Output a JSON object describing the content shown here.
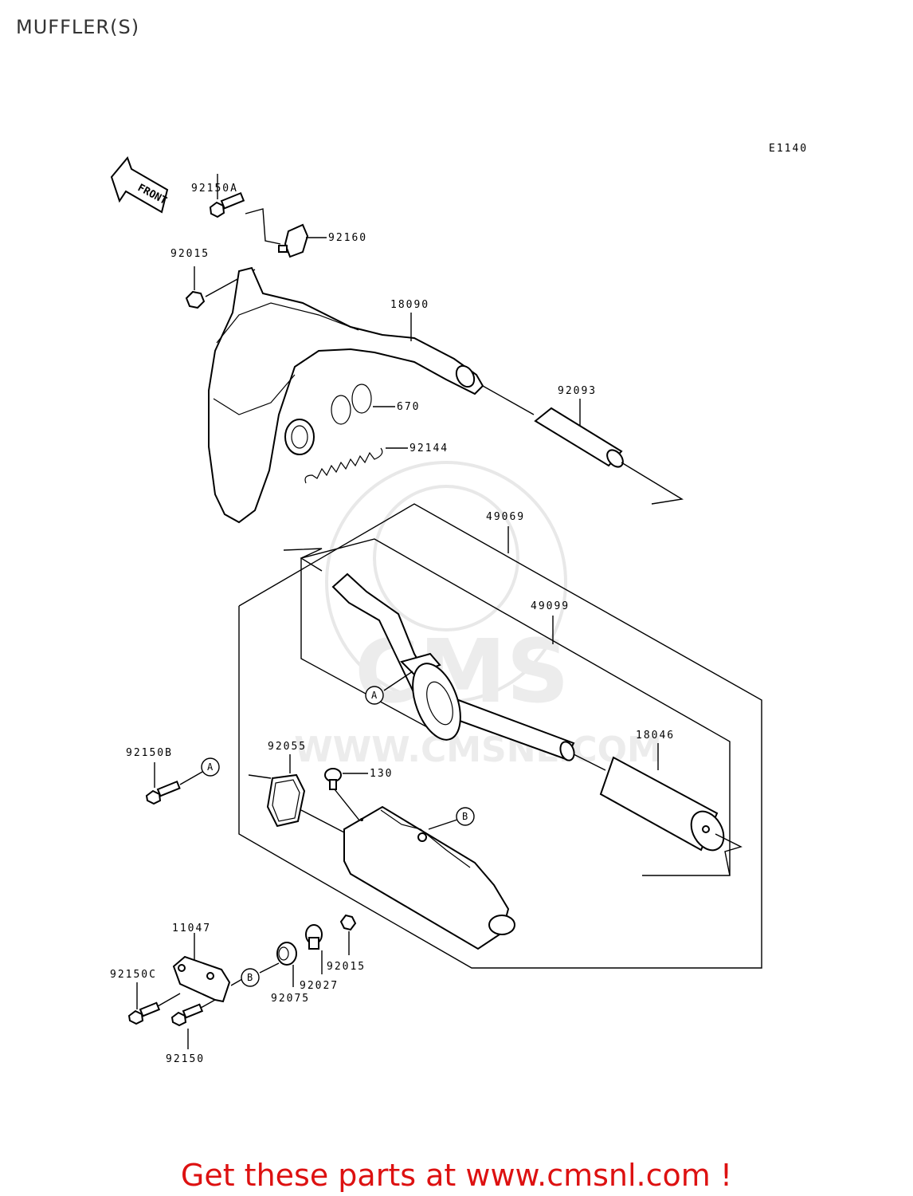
{
  "title": "MUFFLER(S)",
  "diagram_code": "E1140",
  "front_label": "FRONT",
  "callout_a": "A",
  "callout_b": "B",
  "watermark": {
    "brand": "CMS",
    "url": "WWW.CMSNL.COM"
  },
  "parts": {
    "p92150A": "92150A",
    "p92160": "92160",
    "p92015_top": "92015",
    "p18090": "18090",
    "p92093": "92093",
    "p670": "670",
    "p92144": "92144",
    "p49069": "49069",
    "p49099": "49099",
    "p18046": "18046",
    "p92150B": "92150B",
    "p92055": "92055",
    "p130": "130",
    "p11047": "11047",
    "p92150C": "92150C",
    "p92075": "92075",
    "p92027": "92027",
    "p92015_bottom": "92015",
    "p92150": "92150"
  },
  "footer": "Get these parts at www.cmsnl.com !",
  "colors": {
    "footer": "#dd1111",
    "title": "#333333"
  }
}
